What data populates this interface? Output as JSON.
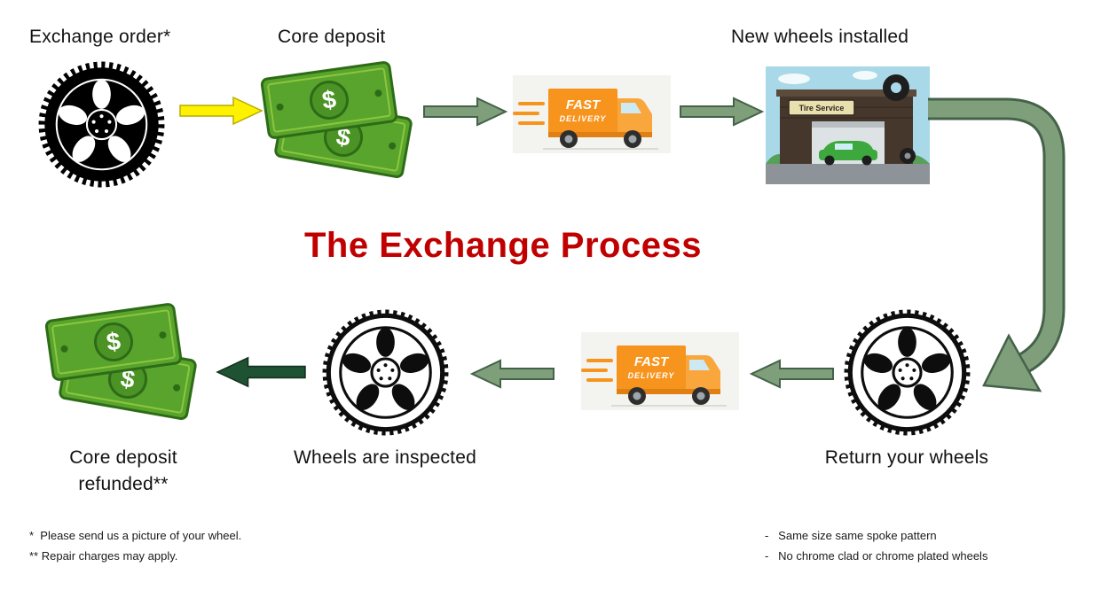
{
  "title": "The Exchange Process",
  "steps": {
    "exchange_order": "Exchange order*",
    "core_deposit": "Core deposit",
    "new_wheels_installed": "New wheels installed",
    "return_your_wheels": "Return your wheels",
    "wheels_are_inspected": "Wheels are inspected",
    "core_deposit_refunded_line1": "Core deposit",
    "core_deposit_refunded_line2": "refunded**"
  },
  "truck": {
    "line1": "FAST",
    "line2": "DELIVERY"
  },
  "shop": {
    "sign": "Tire Service"
  },
  "money": {
    "symbol": "$"
  },
  "footnotes": {
    "left": [
      "*  Please send us a picture of your wheel.",
      "** Repair charges may apply."
    ],
    "right": [
      "-   Same size same spoke pattern",
      "-   No chrome clad or chrome plated wheels"
    ]
  },
  "colors": {
    "title_red": "#C00000",
    "arrow_yellow": "#FFF200",
    "arrow_green": "#7F9F7A",
    "arrow_green_outline": "#44624A",
    "arrow_dark_green": "#1F5233",
    "money_green": "#58A42D",
    "truck_orange": "#F7941E"
  }
}
